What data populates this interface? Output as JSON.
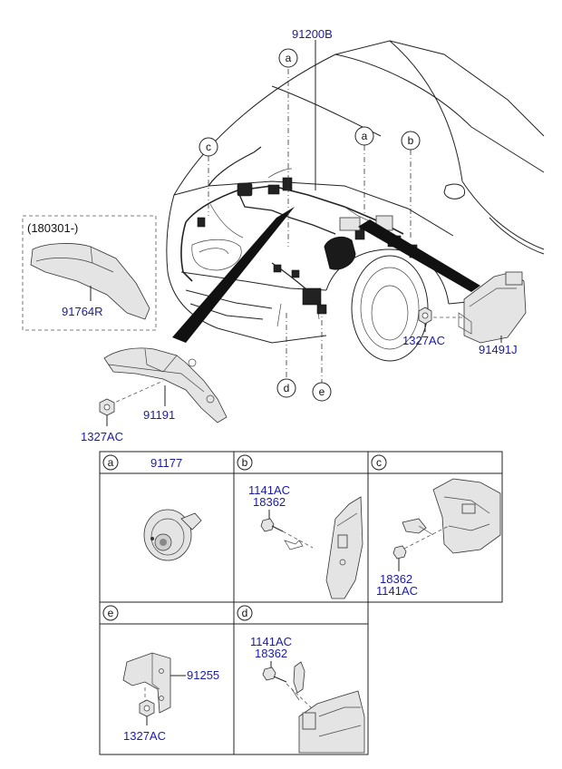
{
  "callouts": {
    "harness_main": "91200B",
    "date_note": "(180301-)",
    "protector": "91764R",
    "bracket_main": "91191",
    "nut_left": "1327AC",
    "nut_right": "1327AC",
    "junction_box": "91491J"
  },
  "markers": {
    "a": "a",
    "b": "b",
    "c": "c",
    "d": "d",
    "e": "e"
  },
  "table": {
    "cell_a": {
      "marker": "a",
      "part": "91177"
    },
    "cell_b": {
      "marker": "b",
      "part1": "1141AC",
      "part2": "18362"
    },
    "cell_c": {
      "marker": "c",
      "part1": "18362",
      "part2": "1141AC"
    },
    "cell_e": {
      "marker": "e",
      "part1": "91255",
      "part2": "1327AC"
    },
    "cell_d": {
      "marker": "d",
      "part1": "1141AC",
      "part2": "18362"
    }
  }
}
